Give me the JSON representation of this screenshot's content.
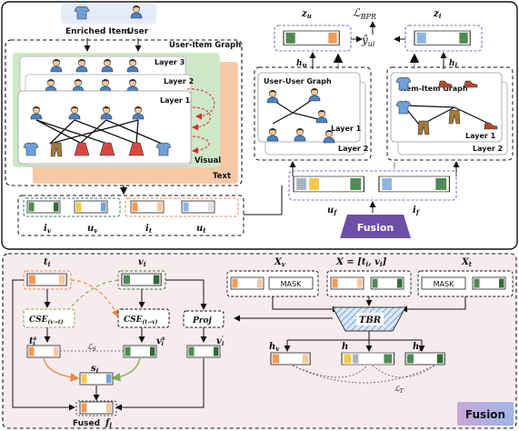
{
  "top": {
    "inputs": {
      "enriched_item": "Enriched Item",
      "user": "User"
    },
    "graph_title": "User-Item  Graph",
    "layers": [
      "Layer 3",
      "Layer 2",
      "Layer 1"
    ],
    "modalities": {
      "visual": "Visual",
      "text": "Text"
    },
    "embeddings": {
      "i_v": "i",
      "i_v_sub": "v",
      "u_v": "u",
      "u_v_sub": "v",
      "i_t": "i",
      "i_t_sub": "t",
      "u_t": "u",
      "u_t_sub": "t"
    },
    "user_graph": {
      "title": "User-User  Graph",
      "layer1": "Layer 1",
      "layer2": "Layer 2",
      "h": "h",
      "h_sub": "u",
      "z": "z",
      "z_sub": "u"
    },
    "item_graph": {
      "title": "Item-Item  Graph",
      "layer1": "Layer 1",
      "layer2": "Layer 2",
      "h": "h",
      "h_sub": "i",
      "z": "z",
      "z_sub": "i"
    },
    "loss": {
      "L": "ℒ",
      "sub": "BPR"
    },
    "yhat": "ŷ",
    "yhat_sub": "ui",
    "uf": "u",
    "uf_sub": "f",
    "if": "i",
    "if_sub": "f",
    "fusion": "Fusion"
  },
  "bottom": {
    "t_i": "t",
    "t_i_sub": "i",
    "v_i": "v",
    "v_i_sub": "i",
    "cse_v_t": "CSE",
    "cse_v_t_sub": "(v→t)",
    "cse_t_v": "CSE",
    "cse_t_v_sub": "(t→v)",
    "proj": "Proj",
    "t_s": "t",
    "t_s_sup": "s",
    "t_s_sub": "i",
    "v_s": "v",
    "v_s_sup": "s",
    "v_s_sub": "i",
    "v_prime": "v",
    "v_prime_sup": "'",
    "v_prime_sub": "i",
    "loss_s": "ℒ",
    "loss_s_sub": "S",
    "s_i": "s",
    "s_i_sub": "i",
    "fused": "Fused",
    "f_i": "f",
    "f_i_sub": "i",
    "x_v": "X",
    "x_v_sub": "v",
    "x_eq": "X = [t",
    "x_eq_sub": "i",
    "x_eq_mid": ", v",
    "x_eq_sub2": "i",
    "x_eq_end": "]",
    "x_t": "X",
    "x_t_sub": "t",
    "mask": "MASK",
    "tbr": "TBR",
    "h_v": "h",
    "h_v_sub": "v",
    "h": "h",
    "h_t": "h",
    "h_t_sub": "t",
    "loss_t": "ℒ",
    "loss_t_sub": "T",
    "fusion_badge": "Fusion"
  },
  "colors": {
    "visual_green": "#3f7a4a",
    "text_orange": "#e8884a",
    "purple": "#8a6cc8",
    "fusion_purple": "#6b4fa8",
    "bottom_bg": "#f6ecee"
  },
  "icons": [
    "shirt-icon",
    "user-icon",
    "pants-icon",
    "skirt-icon",
    "shoe-icon",
    "shorts-icon"
  ]
}
